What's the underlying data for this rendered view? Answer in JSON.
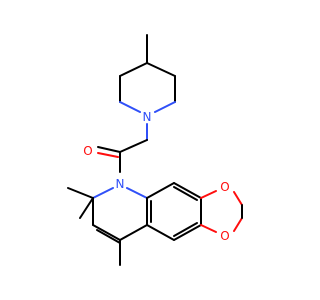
{
  "colors": {
    "carbon_bond": "#000000",
    "oxygen": "#ff0d0d",
    "nitrogen": "#3050f8",
    "background": "#ffffff"
  },
  "atoms": {
    "piperidine_nitrogen": "N",
    "quinoline_nitrogen": "N",
    "carbonyl_oxygen": "O",
    "dioxole_oxygen_upper": "O",
    "dioxole_oxygen_lower": "O"
  }
}
